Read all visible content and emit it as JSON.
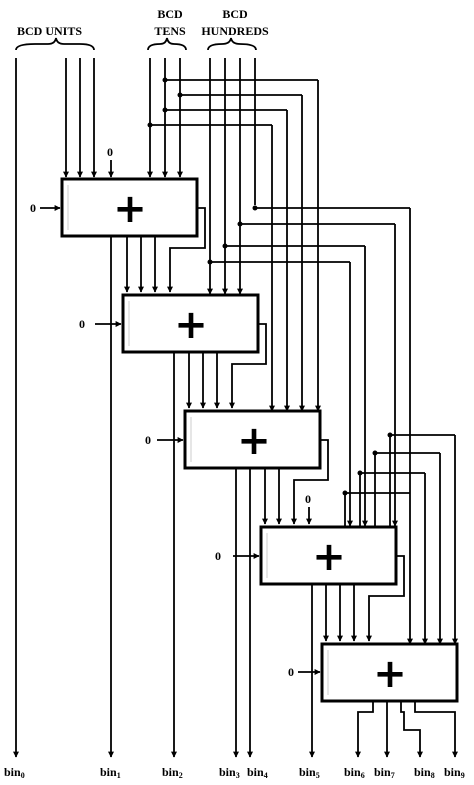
{
  "groups": {
    "units": "BCD  UNITS",
    "tens_line1": "BCD",
    "tens_line2": "TENS",
    "hundreds_line1": "BCD",
    "hundreds_line2": "HUNDREDS"
  },
  "adders": [
    {
      "symbol": "+",
      "carry_in": "0",
      "extra_input": "0"
    },
    {
      "symbol": "+",
      "carry_in": "0"
    },
    {
      "symbol": "+",
      "carry_in": "0"
    },
    {
      "symbol": "+",
      "carry_in": "0",
      "extra_input": "0"
    },
    {
      "symbol": "+",
      "carry_in": "0"
    }
  ],
  "outputs": [
    {
      "base": "bin",
      "sub": "0"
    },
    {
      "base": "bin",
      "sub": "1"
    },
    {
      "base": "bin",
      "sub": "2"
    },
    {
      "base": "bin",
      "sub": "3"
    },
    {
      "base": "bin",
      "sub": "4"
    },
    {
      "base": "bin",
      "sub": "5"
    },
    {
      "base": "bin",
      "sub": "6"
    },
    {
      "base": "bin",
      "sub": "7"
    },
    {
      "base": "bin",
      "sub": "8"
    },
    {
      "base": "bin",
      "sub": "9"
    }
  ]
}
